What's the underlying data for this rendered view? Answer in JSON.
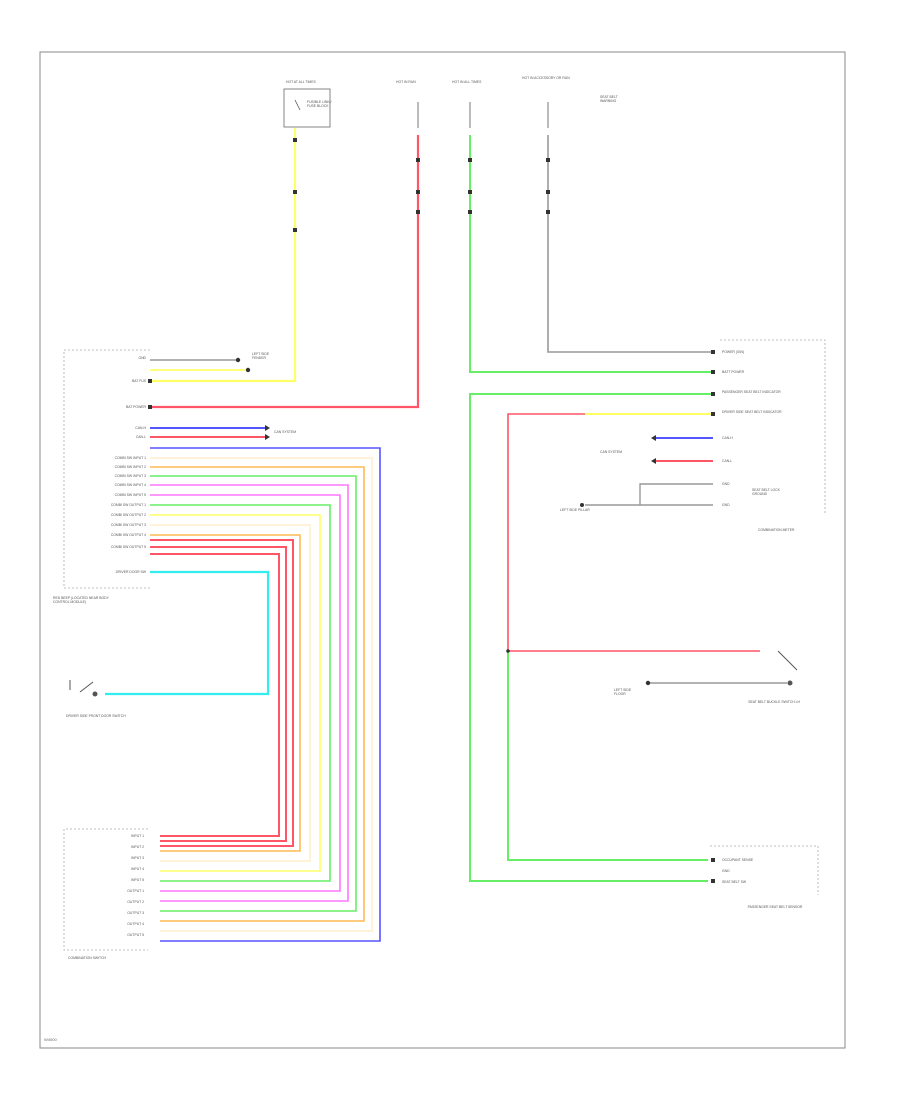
{
  "fuses": {
    "f1": "HOT AT ALL TIMES",
    "f1_body": "FUSIBLE LINK / FUSE BLOCK",
    "f2": "HOT IN RUN",
    "f3": "HOT IN ALL TIMES",
    "f4": "HOT IN ACCESSORY OR RUN",
    "f5": "SEAT BELT WARNING"
  },
  "wire_colors": {
    "yellow": "#ffff66",
    "red": "#ff5566",
    "green": "#66ee66",
    "blue": "#5555ff",
    "cyan": "#33eeee",
    "gray": "#999999",
    "pink": "#ff77ff",
    "orange": "#ffbb55",
    "tan": "#ffeecc"
  },
  "combination_meter": {
    "title": "COMBINATION METER",
    "pins": [
      "POWER (IGN)",
      "BATT POWER",
      "PASSENGER SEAT BELT INDICATOR",
      "DRIVER SIDE SEAT BELT INDICATOR",
      "CAN-H",
      "CAN-L",
      "GND",
      "GND"
    ],
    "ground_label": "SEAT BELT LOCK GROUND",
    "can_label": "CAN SYSTEM",
    "ground_point": "LEFT SIDE PILLAR"
  },
  "bcm": {
    "title": "BCM (BODY CONTROL MODULE)",
    "pins": [
      "GND",
      "BAT FUS",
      "BAT POWER",
      "CAN-H",
      "CAN-L",
      "COMBI SW INPUT 1",
      "COMBI SW INPUT 2",
      "COMBI SW INPUT 3",
      "COMBI SW INPUT 4",
      "COMBI SW INPUT 5",
      "COMBI SW OUTPUT 1",
      "COMBI SW OUTPUT 2",
      "COMBI SW OUTPUT 3",
      "COMBI SW OUTPUT 4",
      "COMBI SW OUTPUT 5",
      "DRIVER DOOR SW"
    ],
    "ground_label": "LEFT SIDE FENDER",
    "can_label": "CAN SYSTEM",
    "note": "RED BEEP (LOCATED NEAR BODY CONTROL MODULE)"
  },
  "door_switch": {
    "title": "DRIVER SIDE FRONT DOOR SWITCH"
  },
  "buckle_switch": {
    "title": "SEAT BELT BUCKLE SWITCH LH",
    "ground_point": "LEFT SIDE FLOOR"
  },
  "combination_switch": {
    "title": "COMBINATION SWITCH",
    "pins": [
      "INPUT 1",
      "INPUT 2",
      "INPUT 3",
      "INPUT 4",
      "INPUT 5",
      "OUTPUT 1",
      "OUTPUT 2",
      "OUTPUT 3",
      "OUTPUT 4",
      "OUTPUT 5"
    ]
  },
  "occupant_sensor": {
    "title": "PASSENGER SEAT BELT SENSOR",
    "pins": [
      "OCCUPANT SENSE",
      "GND",
      "SEAT BELT SW"
    ]
  },
  "footer": "W4000"
}
